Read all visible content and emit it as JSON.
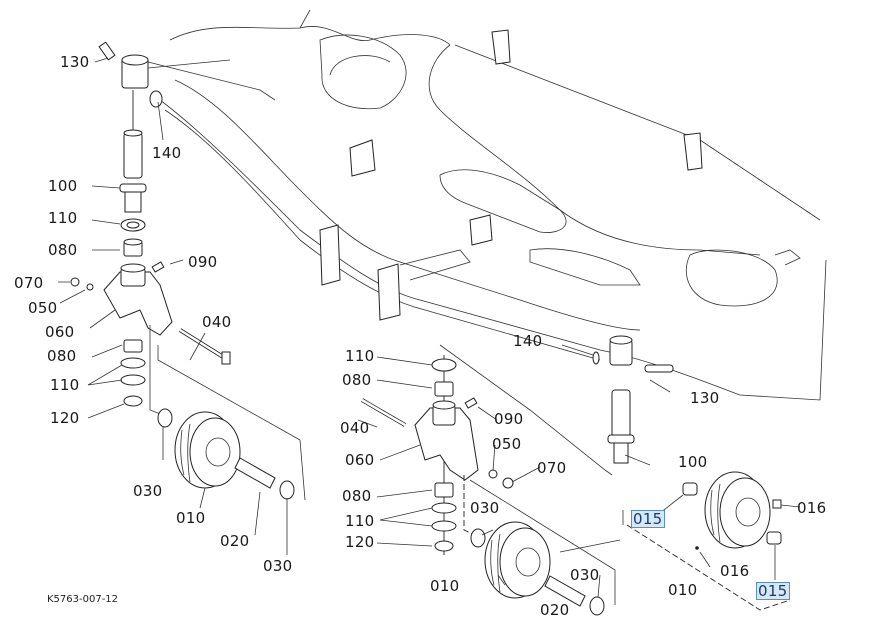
{
  "diagram": {
    "title": "Gauge wheel assembly exploded view",
    "drawing_code": "K5763-007-12",
    "highlight_color": "#d6e8f7",
    "left_assembly": {
      "labels": [
        "130",
        "140",
        "100",
        "110",
        "080",
        "070",
        "050",
        "060",
        "090",
        "040",
        "080",
        "110",
        "120",
        "030",
        "010",
        "020",
        "030"
      ]
    },
    "center_assembly": {
      "labels": [
        "110",
        "080",
        "040",
        "090",
        "060",
        "050",
        "070",
        "080",
        "110",
        "120",
        "030",
        "010",
        "030",
        "020",
        "140",
        "130",
        "100"
      ]
    },
    "right_wheel": {
      "labels": [
        "015",
        "016",
        "016",
        "010",
        "015"
      ],
      "highlighted": [
        "015"
      ]
    }
  }
}
